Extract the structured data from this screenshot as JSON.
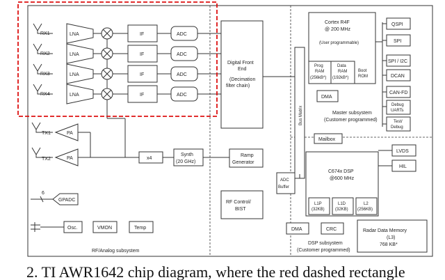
{
  "rx": [
    {
      "label": "RX1",
      "lna": "LNA",
      "if": "IF",
      "adc": "ADC"
    },
    {
      "label": "RX2",
      "lna": "LNA",
      "if": "IF",
      "adc": "ADC"
    },
    {
      "label": "RX3",
      "lna": "LNA",
      "if": "IF",
      "adc": "ADC"
    },
    {
      "label": "RX4",
      "lna": "LNA",
      "if": "IF",
      "adc": "ADC"
    }
  ],
  "tx": [
    {
      "label": "TX1",
      "pa": "PA"
    },
    {
      "label": "TX2",
      "pa": "PA"
    }
  ],
  "dfe": [
    "Digital Front",
    "End",
    "(Decimation",
    "filter chain)"
  ],
  "x4": "x4",
  "synth": [
    "Synth",
    "(20 GHz)"
  ],
  "ramp": [
    "Ramp",
    "Generator"
  ],
  "adc_buffer": [
    "ADC",
    "Buffer"
  ],
  "rf_control": [
    "RF Control/",
    "BIST"
  ],
  "gpadc": {
    "bus_width": "6",
    "label": "GPADC"
  },
  "osc": "Osc.",
  "vmon": "VMON",
  "temp": "Temp",
  "rf_subsystem": "RF/Analog subsystem",
  "cortex": {
    "title": [
      "Cortex R4F",
      "@ 200 MHz"
    ],
    "note": "(User programmable)",
    "prog_ram": [
      "Prog",
      "RAM",
      "(256kB*)"
    ],
    "data_ram": [
      "Data",
      "RAM",
      "(192kB*)"
    ],
    "boot_rom": [
      "Boot",
      "ROM"
    ]
  },
  "bus_matrix": "Bus Matrix",
  "dma_master": "DMA",
  "master_subsystem": [
    "Master subsystem",
    "(Customer programmed)"
  ],
  "mailbox": "Mailbox",
  "peripherals": [
    "QSPI",
    "SPI",
    "SPI / I2C",
    "DCAN",
    "CAN-FD",
    [
      "Debug",
      "UARTs"
    ],
    [
      "Test/",
      "Debug"
    ]
  ],
  "lvds": "LVDS",
  "hil": "HIL",
  "dsp": {
    "title": [
      "C674x DSP",
      "@600 MHz"
    ],
    "l1p": [
      "L1P",
      "(32KB)"
    ],
    "l1d": [
      "L1D",
      "(32KB)"
    ],
    "l2": [
      "L2",
      "(256KB)"
    ]
  },
  "dma_dsp": "DMA",
  "crc": "CRC",
  "radar_memory": [
    "Radar Data Memory",
    "(L3)",
    "768 KB*"
  ],
  "dsp_subsystem": [
    "DSP subsystem",
    "(Customer programmed)"
  ],
  "caption": "2. TI AWR1642 chip diagram, where the red dashed rectangle"
}
